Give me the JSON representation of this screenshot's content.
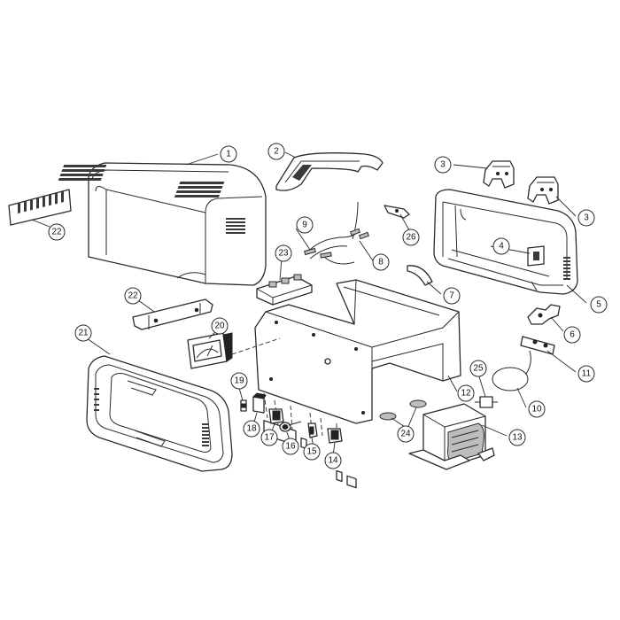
{
  "diagram": {
    "type": "exploded-parts-view",
    "callouts": [
      "1",
      "2",
      "3",
      "3",
      "4",
      "5",
      "6",
      "7",
      "8",
      "9",
      "10",
      "11",
      "12",
      "13",
      "14",
      "15",
      "16",
      "17",
      "18",
      "19",
      "20",
      "21",
      "22",
      "22",
      "23",
      "24",
      "25",
      "26"
    ]
  }
}
